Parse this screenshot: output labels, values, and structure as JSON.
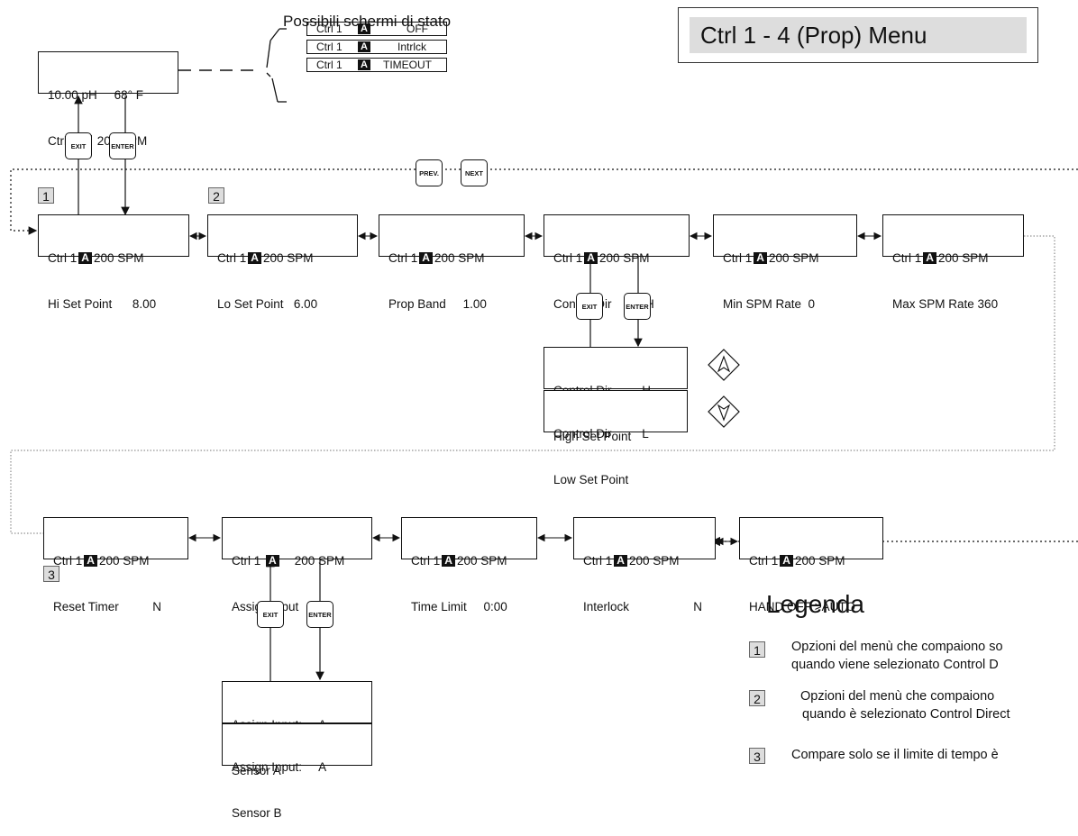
{
  "caption_status": "Possibili schermi di stato",
  "title": "Ctrl 1 - 4 (Prop) Menu",
  "main_display": {
    "line1_a": "10.00 pH",
    "line1_b": "68° F",
    "line2_a": "Ctrl 1",
    "line2_badge": "A",
    "line2_b": "200 SPM"
  },
  "status_screens": [
    {
      "ctrl": "Ctrl 1",
      "badge": "A",
      "state": "OFF"
    },
    {
      "ctrl": "Ctrl 1",
      "badge": "A",
      "state": "Intrlck"
    },
    {
      "ctrl": "Ctrl 1",
      "badge": "A",
      "state": "TIMEOUT"
    }
  ],
  "keys": {
    "exit": "EXIT",
    "enter": "ENTER",
    "prev": "PREV.",
    "next": "NEXT"
  },
  "row1": [
    {
      "head_a": "Ctrl 1",
      "badge": "A",
      "head_b": "200 SPM",
      "line2_a": "Hi Set Point",
      "line2_b": "8.00"
    },
    {
      "head_a": "Ctrl 1",
      "badge": "A",
      "head_b": "200 SPM",
      "line2_a": "Lo Set Point",
      "line2_b": "6.00"
    },
    {
      "head_a": "Ctrl 1",
      "badge": "A",
      "head_b": "200 SPM",
      "line2_a": "Prop Band",
      "line2_b": "1.00"
    },
    {
      "head_a": "Ctrl 1",
      "badge": "A",
      "head_b": "200 SPM",
      "line2_a": "Control Dir",
      "line2_b": "H"
    },
    {
      "head_a": "Ctrl 1",
      "badge": "A",
      "head_b": "200 SPM",
      "line2_a": "Min SPM Rate",
      "line2_b": "0"
    },
    {
      "head_a": "Ctrl 1",
      "badge": "A",
      "head_b": "200 SPM",
      "line2_a": "Max SPM Rate",
      "line2_b": "360"
    }
  ],
  "control_dir_options": [
    {
      "line1_a": "Control Dir",
      "line1_b": "H",
      "line2": "High Set Point"
    },
    {
      "line1_a": "Control Dir",
      "line1_b": "L",
      "line2": "Low Set Point"
    }
  ],
  "row2": [
    {
      "head_a": "Ctrl 1",
      "badge": "A",
      "head_b": "200 SPM",
      "line2_a": "Reset Timer",
      "line2_b": "N"
    },
    {
      "head_a": "Ctrl 1",
      "badge": "A",
      "head_b": "200 SPM",
      "line2_a": "Assign Input",
      "line2_b": "A"
    },
    {
      "head_a": "Ctrl 1",
      "badge": "A",
      "head_b": "200 SPM",
      "line2_a": "Time Limit",
      "line2_b": "0:00"
    },
    {
      "head_a": "Ctrl 1",
      "badge": "A",
      "head_b": "200 SPM",
      "line2_a": "Interlock",
      "line2_b": "N"
    },
    {
      "head_a": "Ctrl 1",
      "badge": "A",
      "head_b": "200 SPM",
      "line2_a": "HAND OFF >AUTO",
      "line2_b": ""
    }
  ],
  "assign_options": [
    {
      "line1_a": "Assign Input:",
      "line1_b": "A",
      "line2": "Sensor A"
    },
    {
      "line1_a": "Assign Input:",
      "line1_b": "A",
      "line2": "Sensor B"
    }
  ],
  "markers": {
    "m1": "1",
    "m2": "2",
    "m3": "3"
  },
  "legend": {
    "heading": "Legenda",
    "items": [
      {
        "num": "1",
        "line1": "Opzioni del menù che compaiono so",
        "line2": "quando viene selezionato Control D"
      },
      {
        "num": "2",
        "line1": "Opzioni del menù che compaiono",
        "line2": "quando è selezionato Control Direct"
      },
      {
        "num": "3",
        "line1": "Compare solo se il limite di tempo è",
        "line2": ""
      }
    ]
  }
}
